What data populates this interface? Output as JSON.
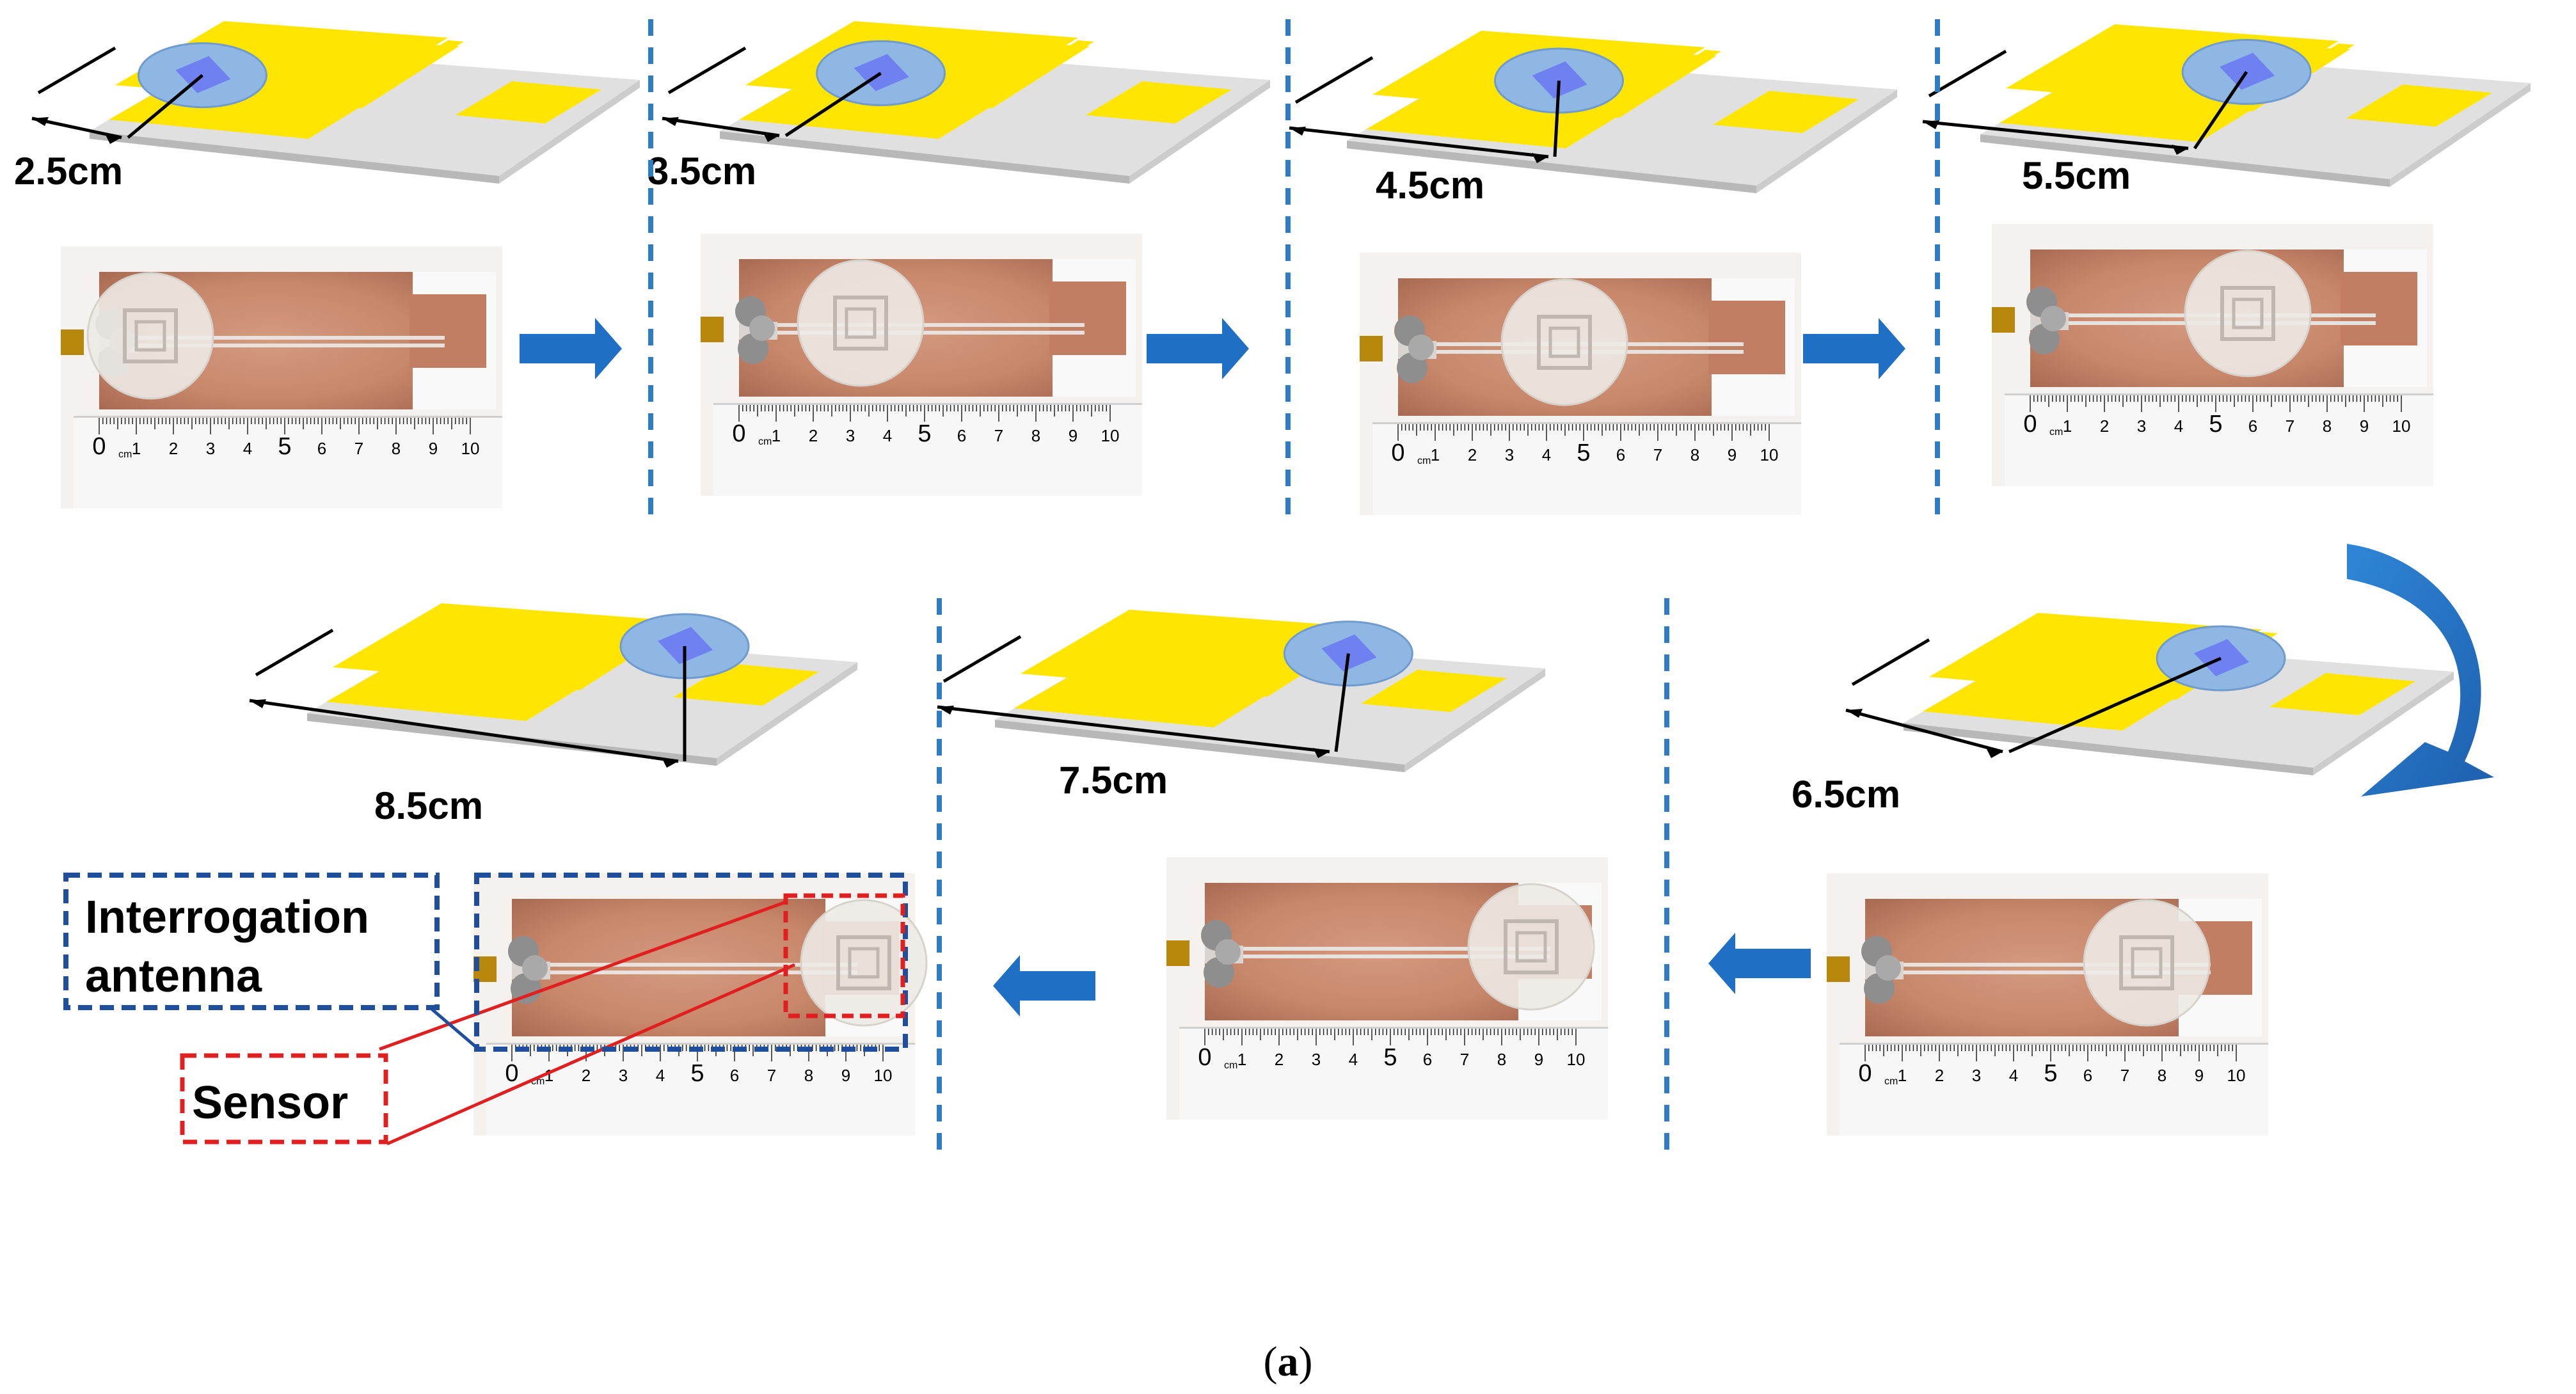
{
  "distances": [
    "2.5cm",
    "3.5cm",
    "4.5cm",
    "5.5cm",
    "6.5cm",
    "7.5cm",
    "8.5cm"
  ],
  "ruler": {
    "unit": "cm",
    "numbers": [
      "0",
      "1",
      "2",
      "3",
      "4",
      "5",
      "6",
      "7",
      "8",
      "9",
      "10"
    ]
  },
  "callouts": {
    "antenna_line1": "Interrogation",
    "antenna_line2": "antenna",
    "sensor": "Sensor"
  },
  "caption": {
    "open": "(",
    "letter": "a",
    "close": ")"
  },
  "colors": {
    "conductor": "#FFE500",
    "substrate": "#E0E0E0",
    "sensor_disc": "#8FB7E3",
    "sensor_core": "#6F80F0",
    "copper": "#C8876A",
    "divider": "#2E7CC6",
    "arrow": "#1F6FC5",
    "antenna_box": "#1F4E9C",
    "sensor_box": "#E02020"
  }
}
